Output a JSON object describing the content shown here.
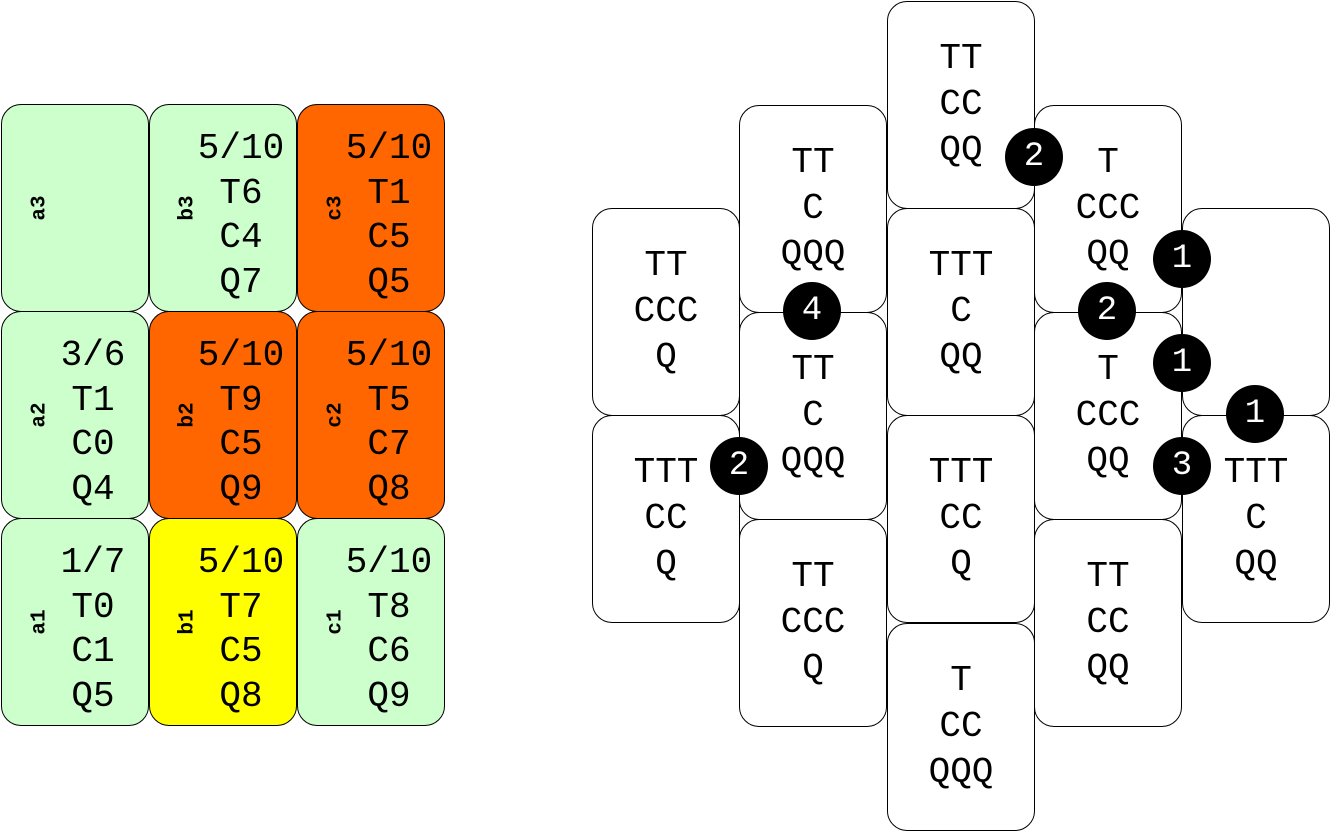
{
  "colors": {
    "green": "#ccffcc",
    "orange": "#ff6600",
    "yellow": "#ffff00",
    "tile": "#ffffff",
    "badge": "#000000",
    "badge_text": "#ffffff"
  },
  "grid": {
    "cells": [
      {
        "id": "a3",
        "label": "a3",
        "color": "green",
        "lines": []
      },
      {
        "id": "b3",
        "label": "b3",
        "color": "green",
        "lines": [
          "5/10",
          "T6",
          "C4",
          "Q7"
        ]
      },
      {
        "id": "c3",
        "label": "c3",
        "color": "orange",
        "lines": [
          "5/10",
          "T1",
          "C5",
          "Q5"
        ]
      },
      {
        "id": "a2",
        "label": "a2",
        "color": "green",
        "lines": [
          "3/6",
          "T1",
          "C0",
          "Q4"
        ]
      },
      {
        "id": "b2",
        "label": "b2",
        "color": "orange",
        "lines": [
          "5/10",
          "T9",
          "C5",
          "Q9"
        ]
      },
      {
        "id": "c2",
        "label": "c2",
        "color": "orange",
        "lines": [
          "5/10",
          "T5",
          "C7",
          "Q8"
        ]
      },
      {
        "id": "a1",
        "label": "a1",
        "color": "green",
        "lines": [
          "1/7",
          "T0",
          "C1",
          "Q5"
        ]
      },
      {
        "id": "b1",
        "label": "b1",
        "color": "yellow",
        "lines": [
          "5/10",
          "T7",
          "C5",
          "Q8"
        ]
      },
      {
        "id": "c1",
        "label": "c1",
        "color": "green",
        "lines": [
          "5/10",
          "T8",
          "C6",
          "Q9"
        ]
      }
    ]
  },
  "tiles": [
    {
      "col": 2,
      "row": 0,
      "lines": [
        "TT",
        "CC",
        "QQ"
      ]
    },
    {
      "col": 1,
      "row": 1,
      "lines": [
        "TT",
        "C",
        "QQQ"
      ]
    },
    {
      "col": 3,
      "row": 1,
      "lines": [
        "T",
        "CCC",
        "QQ"
      ]
    },
    {
      "col": 0,
      "row": 2,
      "lines": [
        "TT",
        "CCC",
        "Q"
      ]
    },
    {
      "col": 2,
      "row": 2,
      "lines": [
        "TTT",
        "C",
        "QQ"
      ]
    },
    {
      "col": 4,
      "row": 2,
      "lines": []
    },
    {
      "col": 1,
      "row": 3,
      "lines": [
        "TT",
        "C",
        "QQQ"
      ]
    },
    {
      "col": 3,
      "row": 3,
      "lines": [
        "T",
        "CCC",
        "QQ"
      ]
    },
    {
      "col": 0,
      "row": 4,
      "lines": [
        "TTT",
        "CC",
        "Q"
      ]
    },
    {
      "col": 2,
      "row": 4,
      "lines": [
        "TTT",
        "CC",
        "Q"
      ]
    },
    {
      "col": 4,
      "row": 4,
      "lines": [
        "TTT",
        "C",
        "QQ"
      ]
    },
    {
      "col": 1,
      "row": 5,
      "lines": [
        "TT",
        "CCC",
        "Q"
      ]
    },
    {
      "col": 3,
      "row": 5,
      "lines": [
        "TT",
        "CC",
        "QQ"
      ]
    },
    {
      "col": 2,
      "row": 6,
      "lines": [
        "T",
        "CC",
        "QQQ"
      ]
    }
  ],
  "badges": [
    {
      "value": "2",
      "between": "tile TT/CC/QQ and tile T/CCC/QQ"
    },
    {
      "value": "1",
      "between": "tile T/CCC/QQ and empty tile"
    },
    {
      "value": "4",
      "between": "tile TT/C/QQQ and tile TT/C/QQQ"
    },
    {
      "value": "2",
      "between": "tile T/CCC/QQ and tile T/CCC/QQ"
    },
    {
      "value": "1",
      "between": "tile T/CCC/QQ and empty tile"
    },
    {
      "value": "1",
      "between": "empty tile and tile TTT/C/QQ"
    },
    {
      "value": "2",
      "between": "tile TTT/CC/Q and tile TT/C/QQQ"
    },
    {
      "value": "3",
      "between": "tile T/CCC/QQ and tile TTT/C/QQ"
    }
  ]
}
